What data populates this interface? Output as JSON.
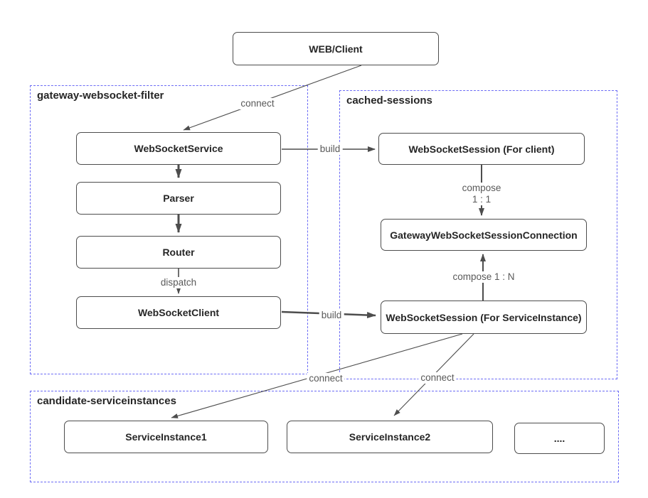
{
  "diagram": {
    "containers": {
      "gateway_websocket_filter": {
        "title": "gateway-websocket-filter"
      },
      "cached_sessions": {
        "title": "cached-sessions"
      },
      "candidate_serviceinstances": {
        "title": "candidate-serviceinstances"
      }
    },
    "nodes": {
      "web_client": {
        "label": "WEB/Client"
      },
      "websocket_service": {
        "label": "WebSocketService"
      },
      "parser": {
        "label": "Parser"
      },
      "router": {
        "label": "Router"
      },
      "websocket_client": {
        "label": "WebSocketClient"
      },
      "ws_session_for_client": {
        "label": "WebSocketSession (For client)"
      },
      "gateway_ws_session_connection": {
        "label": "GatewayWebSocketSessionConnection"
      },
      "ws_session_for_serviceinstance": {
        "label": "WebSocketSession (For ServiceInstance)"
      },
      "service_instance_1": {
        "label": "ServiceInstance1"
      },
      "service_instance_2": {
        "label": "ServiceInstance2"
      },
      "service_instance_more": {
        "label": "...."
      }
    },
    "edge_labels": {
      "connect_web_to_service": "connect",
      "build_client_session": "build",
      "compose_word": "compose",
      "compose_ratio": "1 : 1",
      "compose_1_n": "compose 1 : N",
      "dispatch": "dispatch",
      "build_serviceinstance_session": "build",
      "connect_si1": "connect",
      "connect_si2": "connect"
    },
    "colors": {
      "container_border": "#6b6bf5",
      "box_border": "#4d4d4d",
      "box_text": "#262626",
      "edge_line": "#4d4d4d",
      "edge_label_text": "#595959",
      "background": "#ffffff"
    }
  }
}
